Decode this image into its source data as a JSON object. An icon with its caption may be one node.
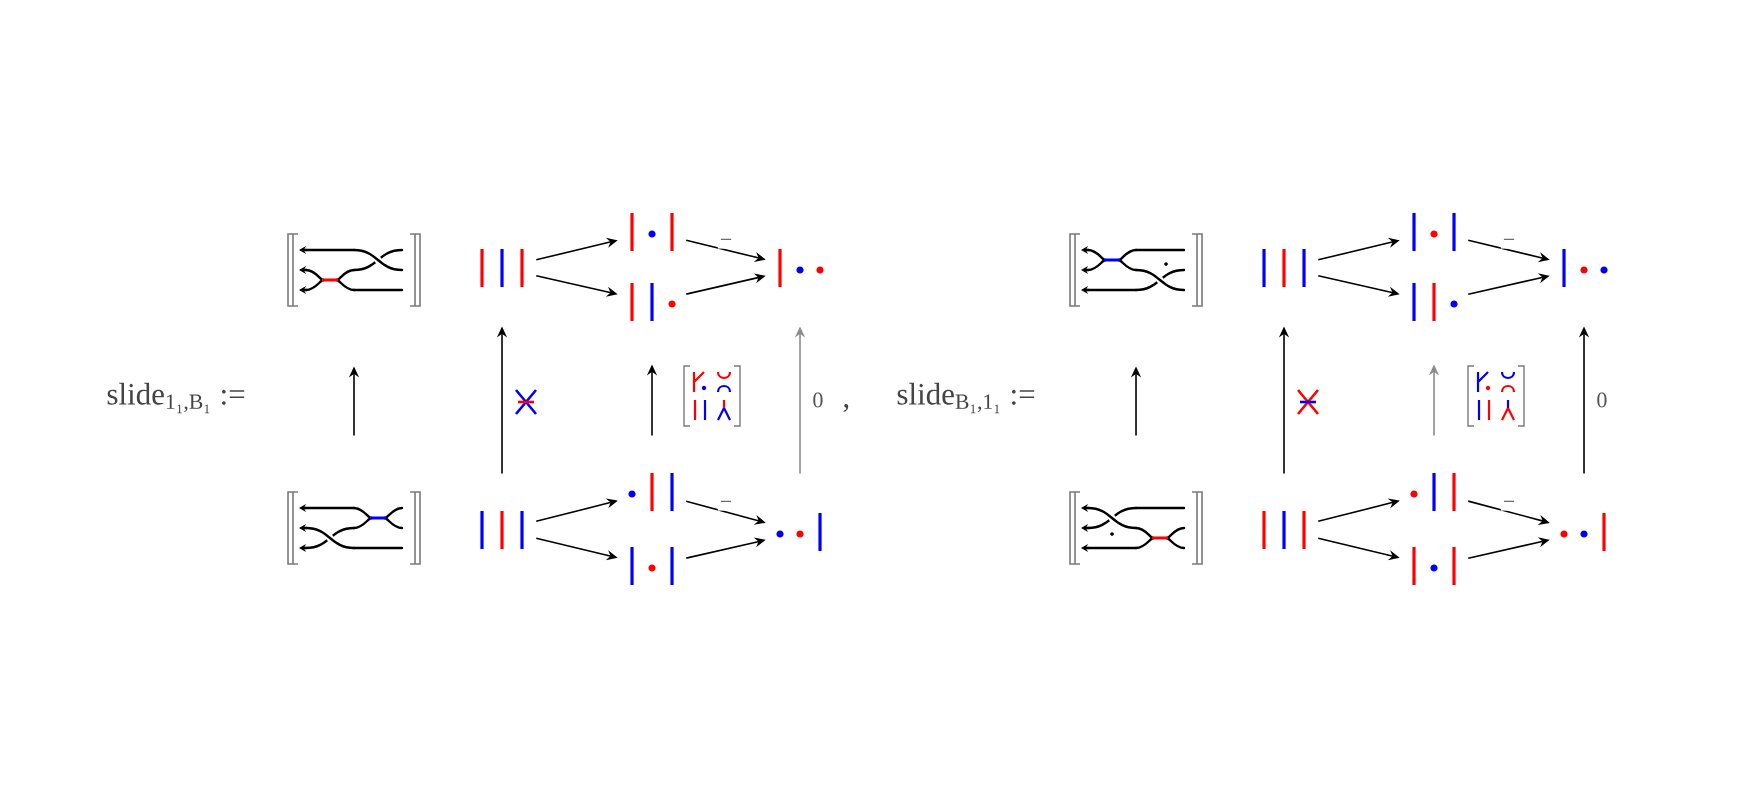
{
  "diagram": {
    "nodes": [
      {
        "text": [],
        "shape": "picture"
      },
      {
        "text": [],
        "shape": "picture"
      },
      {
        "text": [],
        "shape": "picture"
      },
      {
        "text": [],
        "shape": "picture"
      },
      {
        "text": [],
        "shape": "picture"
      },
      {
        "text": [],
        "shape": "picture"
      },
      {
        "text": [],
        "shape": "picture"
      },
      {
        "text": [],
        "shape": "picture"
      },
      {
        "text": [],
        "shape": "picture"
      },
      {
        "text": [],
        "shape": "picture"
      },
      {
        "text": [],
        "shape": "picture"
      },
      {
        "text": [],
        "shape": "picture"
      },
      {
        "text": [],
        "shape": "picture"
      },
      {
        "text": [],
        "shape": "picture"
      },
      {
        "text": [],
        "shape": "picture"
      },
      {
        "text": [],
        "shape": "picture"
      },
      {
        "text": [],
        "shape": "picture"
      },
      {
        "text": [],
        "shape": "picture"
      },
      {
        "text": [],
        "shape": "picture"
      },
      {
        "text": [],
        "shape": "picture"
      }
    ],
    "edges": [
      {
        "from": 1,
        "to": 0,
        "arrow": "to"
      },
      {
        "from": 2,
        "to": 3,
        "arrow": "to"
      },
      {
        "from": 2,
        "to": 4,
        "arrow": "to"
      },
      {
        "from": 3,
        "to": 5,
        "arrow": "to",
        "label": "−"
      },
      {
        "from": 4,
        "to": 5,
        "arrow": "to"
      },
      {
        "from": 6,
        "to": 7,
        "arrow": "to"
      },
      {
        "from": 6,
        "to": 8,
        "arrow": "to"
      },
      {
        "from": 7,
        "to": 9,
        "arrow": "to",
        "label": "−"
      },
      {
        "from": 8,
        "to": 9,
        "arrow": "to"
      },
      {
        "from": 6,
        "to": 2,
        "arrow": "to"
      },
      {
        "from": 7,
        "to": 4,
        "arrow": "to"
      },
      {
        "from": 9,
        "to": 5,
        "arrow": "to",
        "label": "0",
        "color": "#8c8c8c"
      },
      {
        "from": 11,
        "to": 10,
        "arrow": "to"
      },
      {
        "from": 12,
        "to": 13,
        "arrow": "to"
      },
      {
        "from": 12,
        "to": 14,
        "arrow": "to"
      },
      {
        "from": 13,
        "to": 15,
        "arrow": "to",
        "label": "−"
      },
      {
        "from": 14,
        "to": 15,
        "arrow": "to"
      },
      {
        "from": 16,
        "to": 17,
        "arrow": "to"
      },
      {
        "from": 16,
        "to": 18,
        "arrow": "to"
      },
      {
        "from": 17,
        "to": 19,
        "arrow": "to",
        "label": "−"
      },
      {
        "from": 18,
        "to": 19,
        "arrow": "to"
      },
      {
        "from": 16,
        "to": 12,
        "arrow": "to"
      },
      {
        "from": 17,
        "to": 14,
        "arrow": "to",
        "color": "#8c8c8c"
      },
      {
        "from": 19,
        "to": 15,
        "arrow": "to",
        "label": "0"
      }
    ],
    "labels": [
      "slide$_{1₁,B₁}$ :=",
      ",",
      "slide$_{B₁,1₁}$ :="
    ]
  }
}
